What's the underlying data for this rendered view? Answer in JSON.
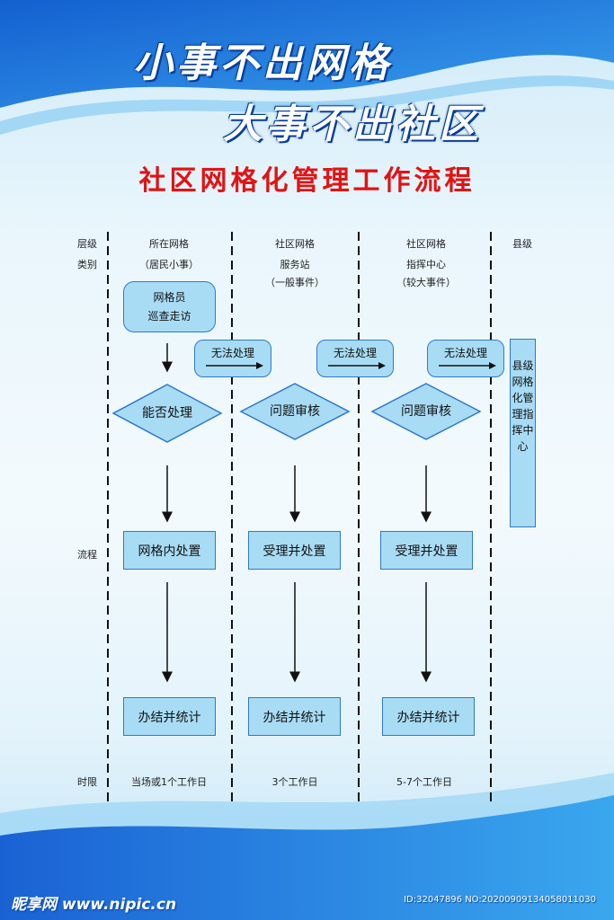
{
  "slogan": {
    "line1": "小事不出网格",
    "line2": "大事不出社区"
  },
  "title": "社区网格化管理工作流程",
  "row_labels": {
    "level_1": "层级",
    "level_2": "类别",
    "process": "流程",
    "time_limit": "时限"
  },
  "columns": [
    {
      "head_1": "所在网格",
      "head_2": "（居民小事）",
      "head_3": ""
    },
    {
      "head_1": "社区网格",
      "head_2": "服务站",
      "head_3": "（一般事件）"
    },
    {
      "head_1": "社区网格",
      "head_2": "指挥中心",
      "head_3": "（较大事件）"
    },
    {
      "head_1": "县级"
    }
  ],
  "nodes": {
    "start": "网格员\n巡查走访",
    "escalate": "无法处理",
    "decide_1": "能否处理",
    "review_2": "问题审核",
    "review_3": "问题审核",
    "handle_1": "网格内处置",
    "handle_2": "受理并处置",
    "handle_3": "受理并处置",
    "close_1": "办结并统计",
    "close_2": "办结并统计",
    "close_3": "办结并统计",
    "county_center": "县级网格化管理指挥中心"
  },
  "time_limits": [
    "当场或1个工作日",
    "3个工作日",
    "5-7个工作日"
  ],
  "footer": {
    "brand": "昵享网 www.nipic.cn",
    "id": "ID:32047896 NO:20200909134058011030"
  },
  "colors": {
    "title_red": "#e21313",
    "box_fill": "#a8dcf4",
    "box_border": "#2f78cc",
    "wave_blue": "#1f6fd6"
  }
}
